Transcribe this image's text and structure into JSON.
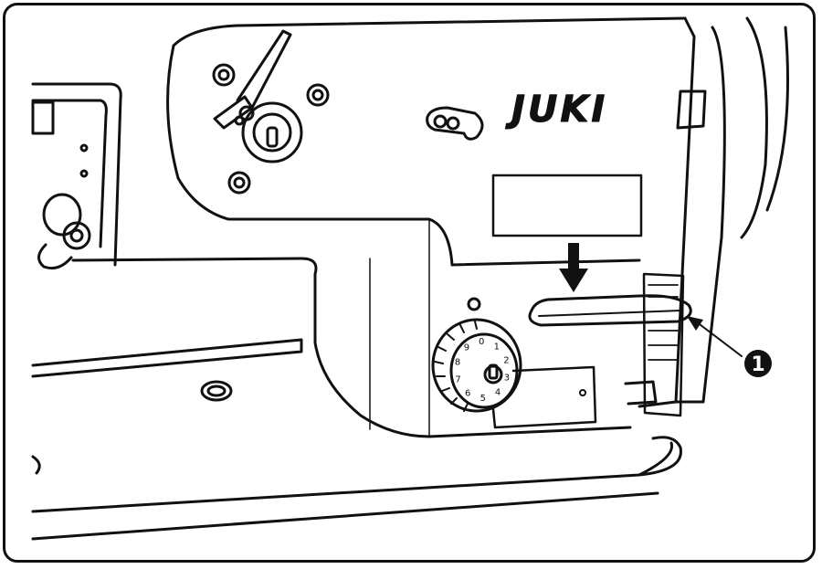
{
  "brand": {
    "text": "JUKI"
  },
  "callout": {
    "number": "1"
  },
  "dial": {
    "numbers": [
      "1",
      "2",
      "3",
      "4",
      "5",
      "6",
      "7",
      "8",
      "9",
      "0"
    ]
  },
  "colors": {
    "ink": "#111111",
    "paper": "#ffffff"
  }
}
